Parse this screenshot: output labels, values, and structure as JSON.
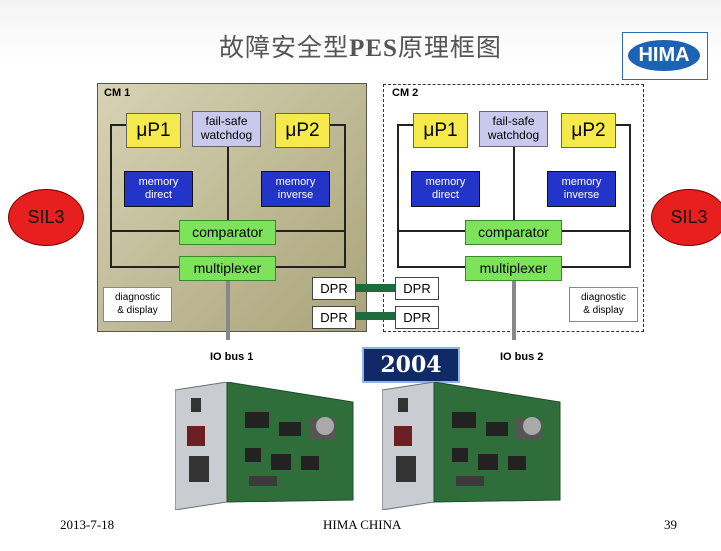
{
  "title": {
    "part1": "故障安全型",
    "part2": "PES",
    "part3": "原理框图"
  },
  "logo": {
    "text": "HIMA"
  },
  "cm1": {
    "label": "CM 1",
    "up1": "μP1",
    "up2": "μP2",
    "watchdog": [
      "fail-safe",
      "watchdog"
    ],
    "mem_direct": [
      "memory",
      "direct"
    ],
    "mem_inverse": [
      "memory",
      "inverse"
    ],
    "comparator": "comparator",
    "multiplexer": "multiplexer",
    "diagnostic": [
      "diagnostic",
      "& display"
    ]
  },
  "cm2": {
    "label": "CM 2",
    "up1": "μP1",
    "up2": "μP2",
    "watchdog": [
      "fail-safe",
      "watchdog"
    ],
    "mem_direct": [
      "memory",
      "direct"
    ],
    "mem_inverse": [
      "memory",
      "inverse"
    ],
    "comparator": "comparator",
    "multiplexer": "multiplexer",
    "diagnostic": [
      "diagnostic",
      "& display"
    ]
  },
  "dpr": {
    "label": "DPR"
  },
  "sil": {
    "left": "SIL3",
    "right": "SIL3"
  },
  "io": {
    "bus1": "IO bus 1",
    "bus2": "IO bus 2"
  },
  "badge": {
    "year": "2004"
  },
  "footer": {
    "date": "2013-7-18",
    "company": "HIMA CHINA",
    "page": "39"
  },
  "colors": {
    "sil": "#e81f1f",
    "processor": "#f5e94b",
    "memory": "#2335c8",
    "logic": "#7de35a",
    "watchdog": "#c9c9ee",
    "link": "#1d6b3c"
  }
}
